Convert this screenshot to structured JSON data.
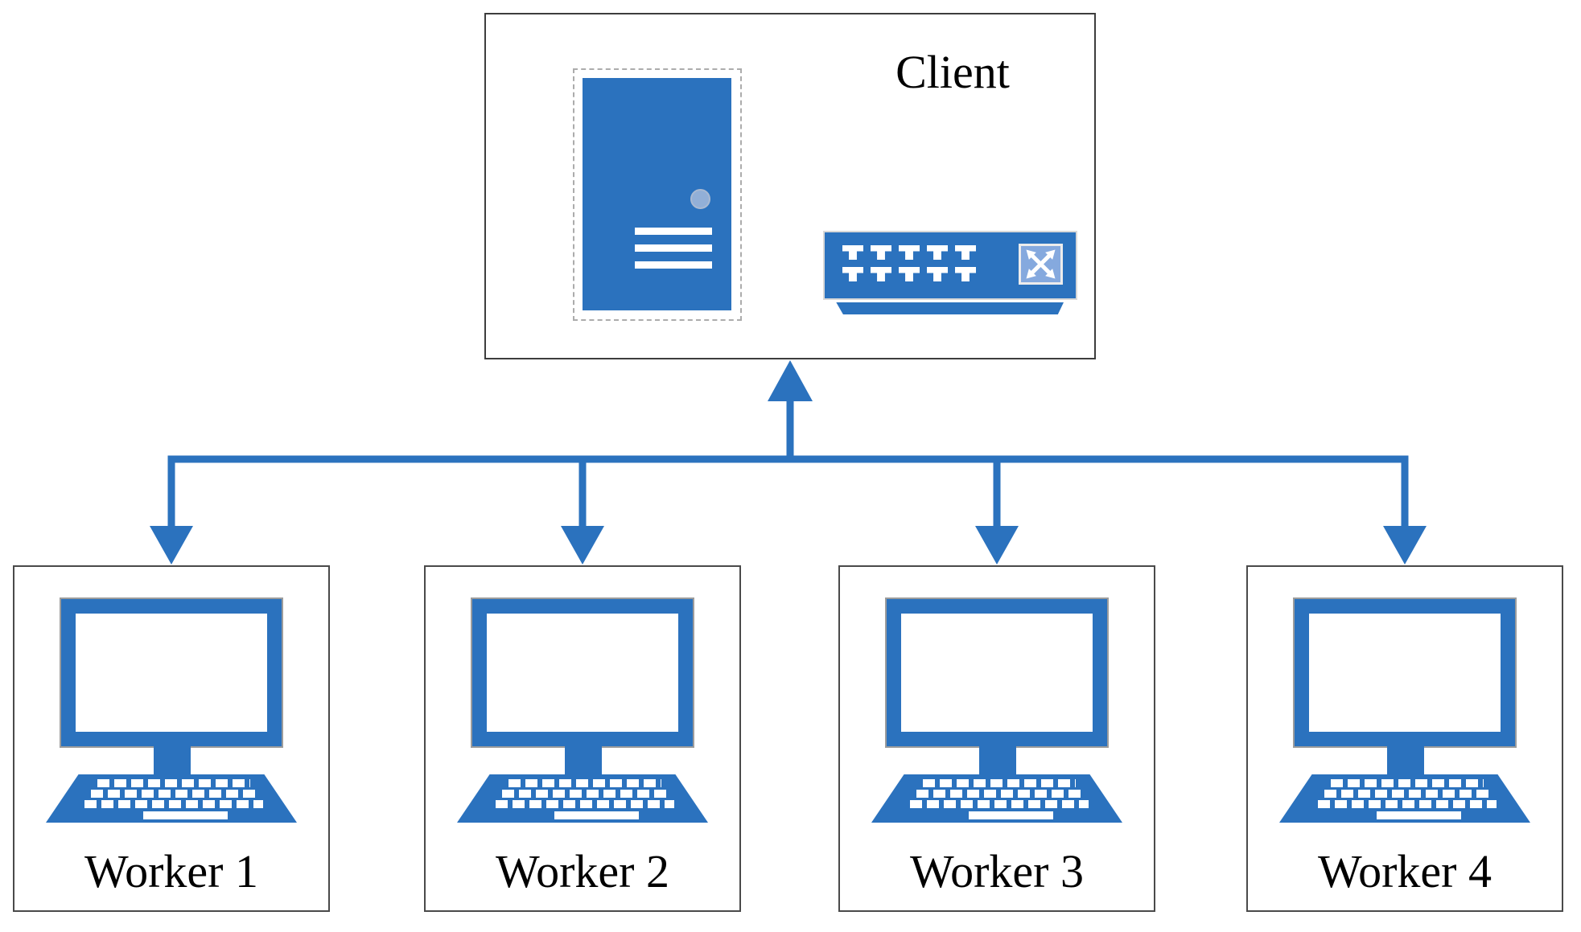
{
  "diagram": {
    "client": {
      "label": "Client",
      "icons": [
        "server-tower-icon",
        "network-switch-icon",
        "crossover-arrows-icon"
      ]
    },
    "workers": [
      {
        "label": "Worker 1",
        "icon": "desktop-computer-icon"
      },
      {
        "label": "Worker 2",
        "icon": "desktop-computer-icon"
      },
      {
        "label": "Worker 3",
        "icon": "desktop-computer-icon"
      },
      {
        "label": "Worker 4",
        "icon": "desktop-computer-icon"
      }
    ],
    "connections": [
      {
        "from": "bus-line",
        "to": "Client",
        "direction": "up"
      },
      {
        "from": "bus-line",
        "to": "Worker 1",
        "direction": "down"
      },
      {
        "from": "bus-line",
        "to": "Worker 2",
        "direction": "down"
      },
      {
        "from": "bus-line",
        "to": "Worker 3",
        "direction": "down"
      },
      {
        "from": "bus-line",
        "to": "Worker 4",
        "direction": "down"
      }
    ],
    "colors": {
      "shape_blue": "#2B72BE",
      "light_blue": "#92AFD7",
      "crossover_box_blue": "#85A9DE",
      "box_border": "#3D3D3D"
    }
  }
}
